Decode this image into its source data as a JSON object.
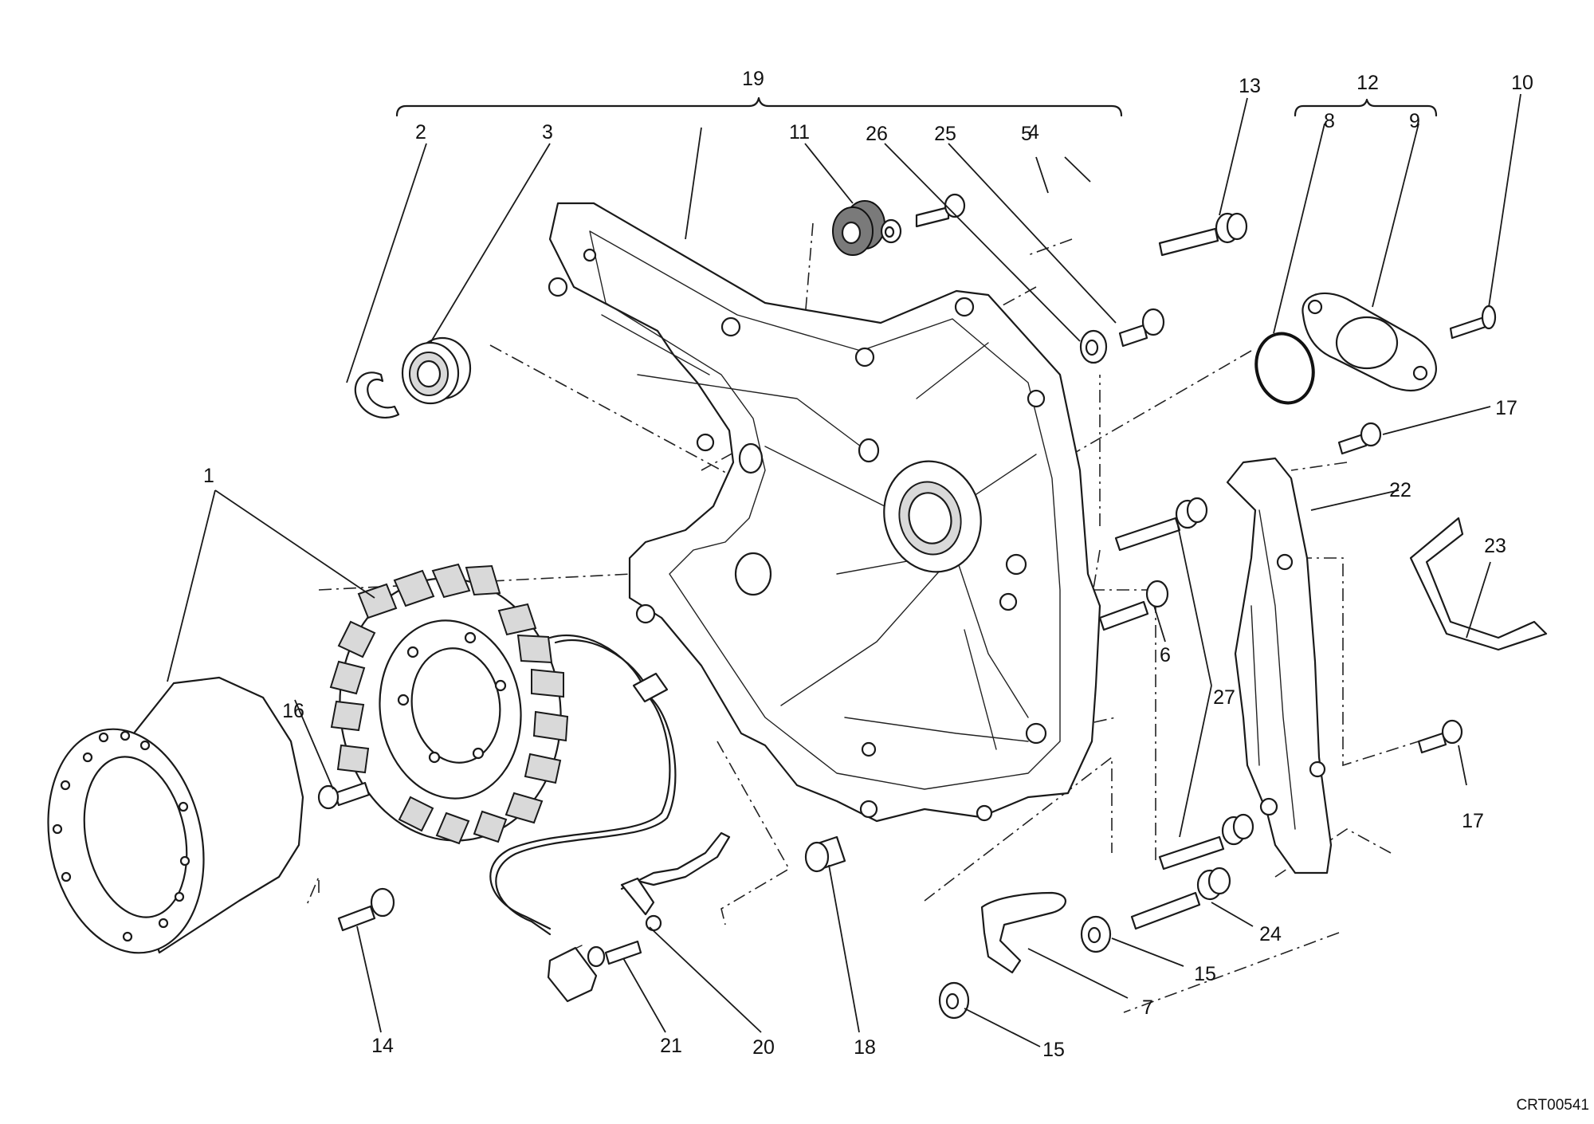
{
  "callouts": [
    "1",
    "2",
    "3",
    "4",
    "5",
    "6",
    "7",
    "8",
    "9",
    "10",
    "11",
    "12",
    "13",
    "14",
    "15",
    "15",
    "16",
    "17",
    "17",
    "18",
    "19",
    "20",
    "21",
    "22",
    "23",
    "24",
    "25",
    "26",
    "27"
  ],
  "drawing_code": "CRT00541"
}
